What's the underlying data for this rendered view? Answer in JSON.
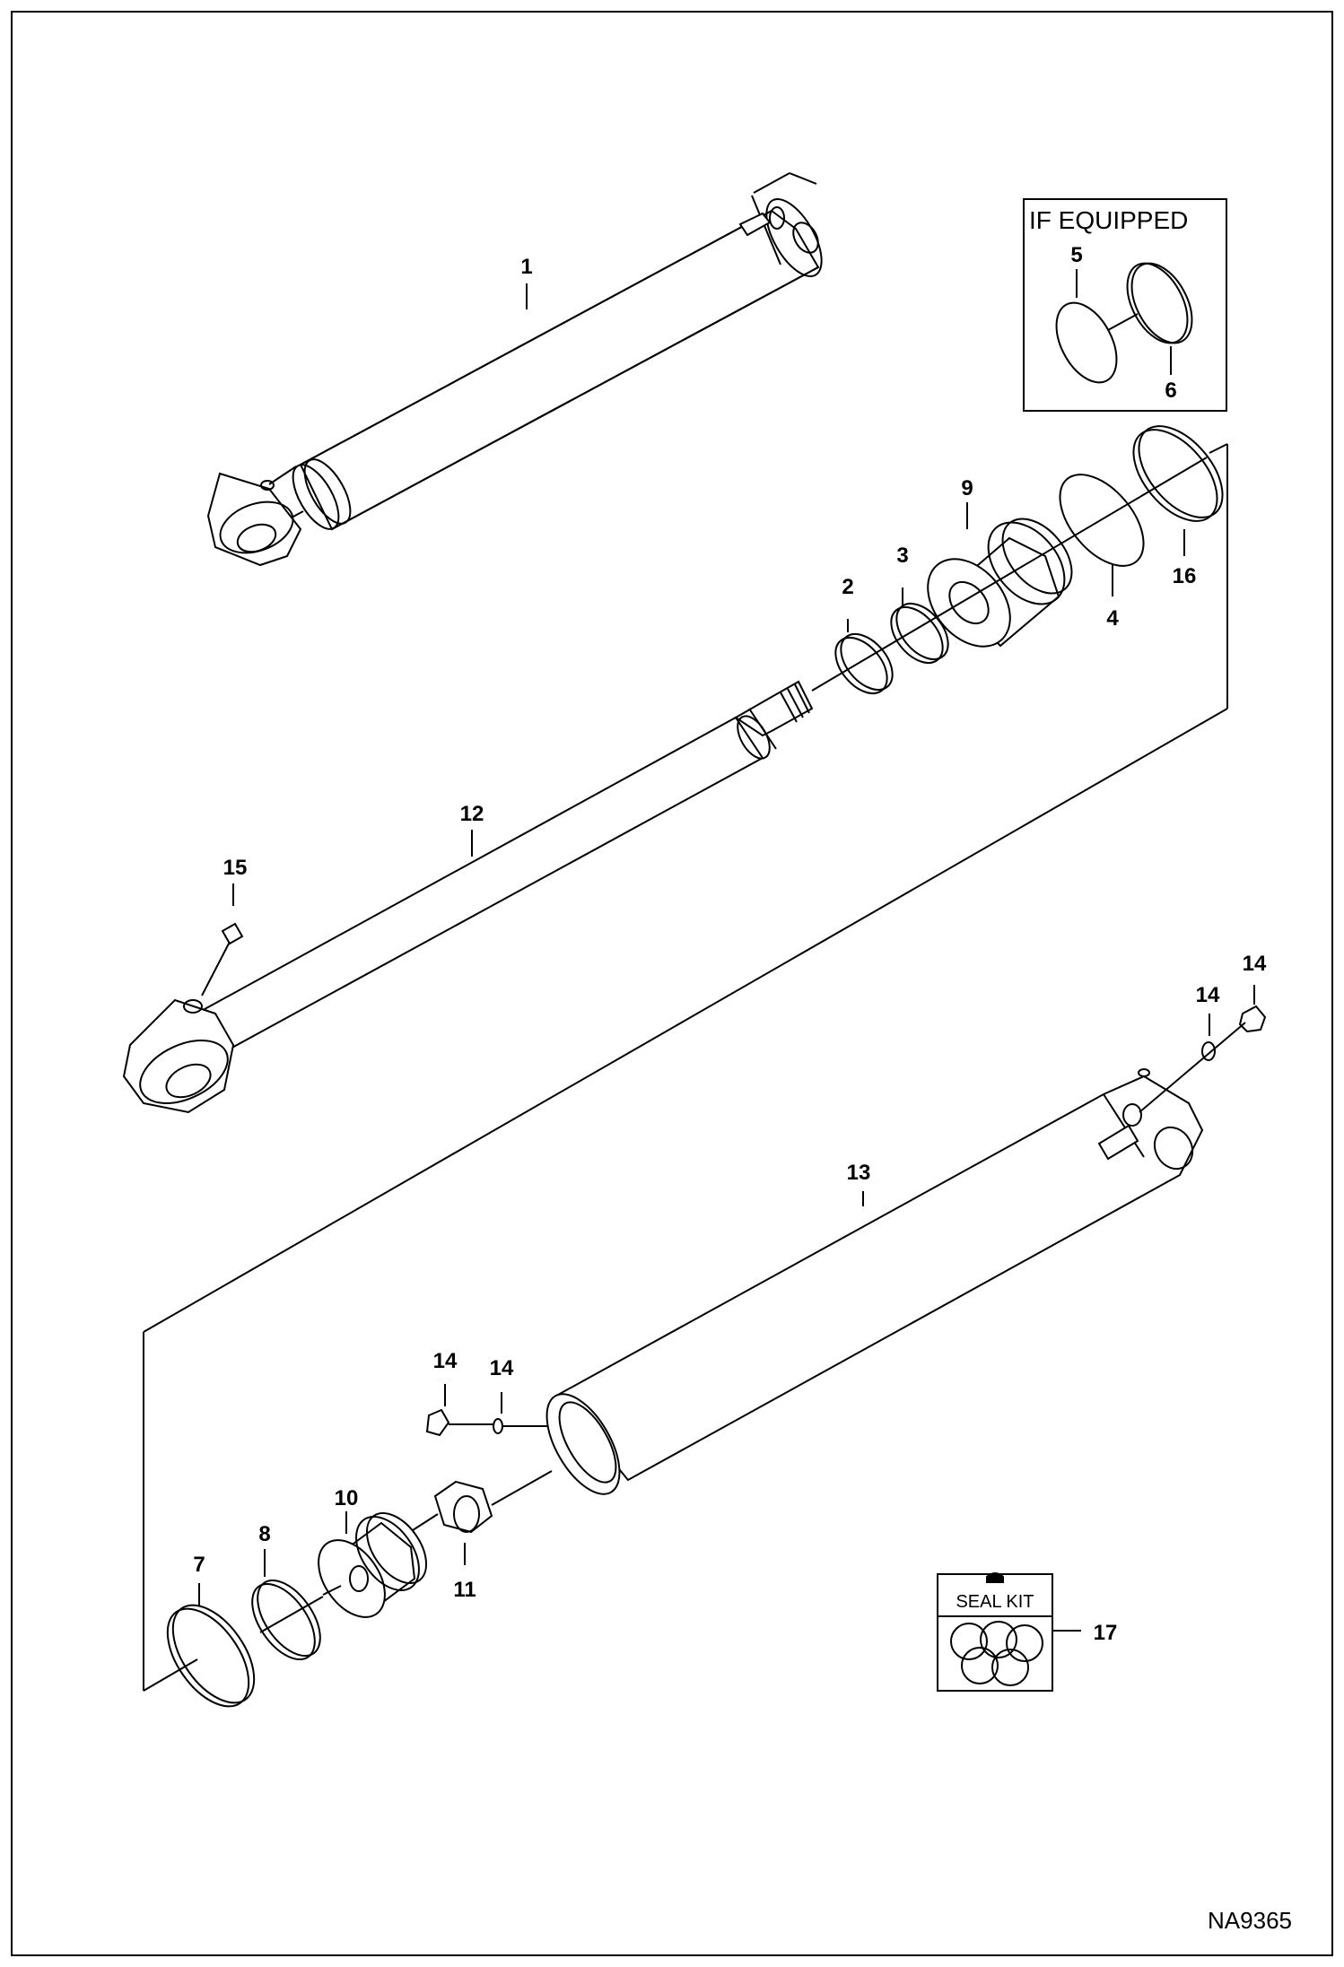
{
  "diagram": {
    "inset_title": "IF EQUIPPED",
    "seal_kit_label": "SEAL KIT",
    "drawing_code": "NA9365",
    "callouts": {
      "c1": "1",
      "c2": "2",
      "c3": "3",
      "c4": "4",
      "c5": "5",
      "c6": "6",
      "c7": "7",
      "c8": "8",
      "c9": "9",
      "c10": "10",
      "c11": "11",
      "c12": "12",
      "c13": "13",
      "c14a": "14",
      "c14b": "14",
      "c14c": "14",
      "c14d": "14",
      "c15": "15",
      "c16": "16",
      "c17": "17"
    }
  }
}
